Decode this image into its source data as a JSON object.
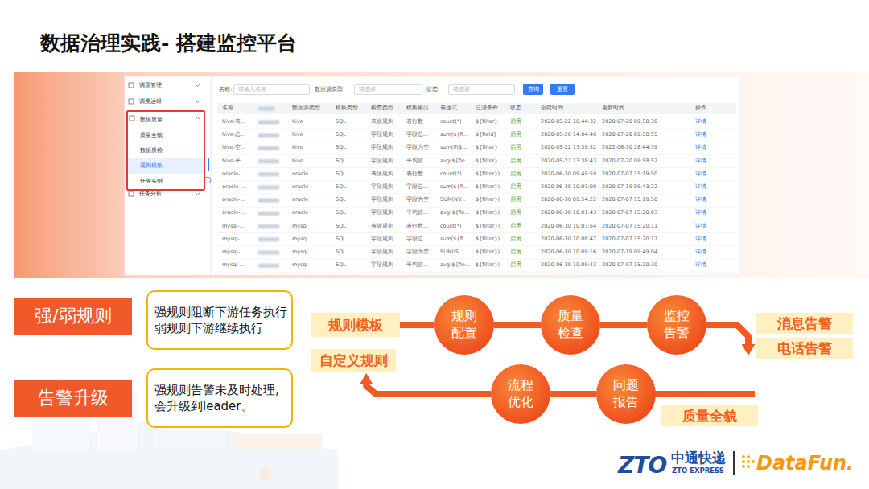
{
  "diagram": {
    "title": "数据治理实践- 搭建监控平台",
    "nodes": [
      {
        "text": [
          "数据质量",
          "质量全貌",
          "数据质检",
          "规则模板",
          "任务实例"
        ]
      },
      {
        "text": [
          "请输入名称"
        ]
      },
      {
        "text": [
          "请选择"
        ]
      },
      {
        "text": [
          "请选择"
        ]
      },
      {
        "text": [
          "查询"
        ]
      },
      {
        "text": [
          "重置"
        ]
      },
      {
        "text": [
          "强/弱规则"
        ]
      },
      {
        "text": [
          "强规则阻断下游任务执行 弱规则下游继续执行"
        ]
      },
      {
        "text": [
          "告警升级"
        ]
      },
      {
        "text": [
          "强规则告警未及时处理, 会升级到leader。"
        ]
      },
      {
        "text": [
          "规则模板"
        ]
      },
      {
        "text": [
          "规则 配置"
        ]
      },
      {
        "text": [
          "质量 检查"
        ]
      },
      {
        "text": [
          "监控 告警"
        ]
      },
      {
        "text": [
          "消息告警"
        ]
      },
      {
        "text": [
          "电话告警"
        ]
      },
      {
        "text": [
          "自定义规则"
        ]
      },
      {
        "text": [
          "流程 优化"
        ]
      },
      {
        "text": [
          "问题 报告"
        ]
      },
      {
        "text": [
          "质量全貌"
        ]
      }
    ],
    "edges": [
      {
        "from": 10,
        "to": 11,
        "arrow": "none"
      },
      {
        "from": 11,
        "to": 12,
        "arrow": "none"
      },
      {
        "from": 12,
        "to": 13,
        "arrow": "none"
      },
      {
        "from": 13,
        "to": 15,
        "arrow": "to"
      },
      {
        "from": 18,
        "to": 17,
        "arrow": "none"
      },
      {
        "from": 17,
        "to": 16,
        "arrow": "to"
      }
    ],
    "labels": [
      "调度管理",
      "调度运维",
      "任务分析",
      "名称:",
      "数据源类型:",
      "状态:",
      "名称",
      "数据源类型",
      "模板类型",
      "检查类型",
      "模板输出",
      "表达式",
      "过滤条件",
      "状态",
      "创建时间",
      "更新时间",
      "操作",
      "hive-表...",
      "hive",
      "SQL",
      "表级规则",
      "表行数",
      "count(*)",
      "${filter}",
      "启用",
      "2020-05-22 10:44:32",
      "2020-07-20 09:58:38",
      "详情",
      "hive-总...",
      "hive",
      "SQL",
      "字段规则",
      "字段总...",
      "sum(${fi...",
      "${field}",
      "启用",
      "2020-05-26 14:04:46",
      "2020-07-20 09:58:55",
      "详情",
      "hive-空...",
      "hive",
      "SQL",
      "字段规则",
      "字段为空",
      "sum(if($...",
      "${filter}",
      "启用",
      "2020-05-22 13:39:52",
      "2022-06-30 18:44:39",
      "详情",
      "hive-平...",
      "hive",
      "SQL",
      "字段规则",
      "平均值...",
      "avg(${fie...",
      "${filter}",
      "启用",
      "2020-05-22 13:38:43",
      "2020-07-20 09:58:52",
      "详情",
      "oracle-...",
      "oracle",
      "SQL",
      "表级规则",
      "表行数",
      "count(*)",
      "${filter})",
      "启用",
      "2020-06-30 09:49:59",
      "2020-07-07 15:19:50",
      "详情",
      "oracle-...",
      "oracle",
      "SQL",
      "字段规则",
      "字段总...",
      "sum(${fi...",
      "${filter})",
      "启用",
      "2020-06-30 10:03:00",
      "2020-07-19 09:43:22",
      "详情",
      "oracle-...",
      "oracle",
      "SQL",
      "字段规则",
      "字段为空",
      "SUM(NV...",
      "${filter})",
      "启用",
      "2020-06-30 09:54:22",
      "2020-07-07 15:19:58",
      "详情",
      "oracle-...",
      "oracle",
      "SQL",
      "字段规则",
      "平均值...",
      "avg(${fie...",
      "${filter})",
      "启用",
      "2020-06-30 10:01:43",
      "2020-07-07 15:20:03",
      "详情",
      "mysql-...",
      "mysql",
      "SQL",
      "表级规则",
      "表行数...",
      "count(*)",
      "${filter})",
      "启用",
      "2020-06-30 10:07:54",
      "2020-07-07 15:20:11",
      "详情",
      "mysql-...",
      "mysql",
      "SQL",
      "字段规则",
      "字段总...",
      "sum(${fi...",
      "${filter})",
      "启用",
      "2020-06-30 10:08:42",
      "2020-07-07 15:20:17",
      "详情",
      "mysql-...",
      "mysql",
      "SQL",
      "字段规则",
      "字段为空",
      "SUM(IS...",
      "${filter})",
      "启用",
      "2020-06-30 10:09:16",
      "2020-07-19 09:49:04",
      "详情",
      "mysql-...",
      "mysql",
      "SQL",
      "字段规则",
      "平均值...",
      "avg(${fie...",
      "${filter})",
      "启用",
      "2020-06-30 10:09:43",
      "2020-07-07 15:20:30",
      "详情",
      "ZTO",
      "中通快递",
      "ZTO EXPRESS",
      "DataFun."
    ]
  }
}
